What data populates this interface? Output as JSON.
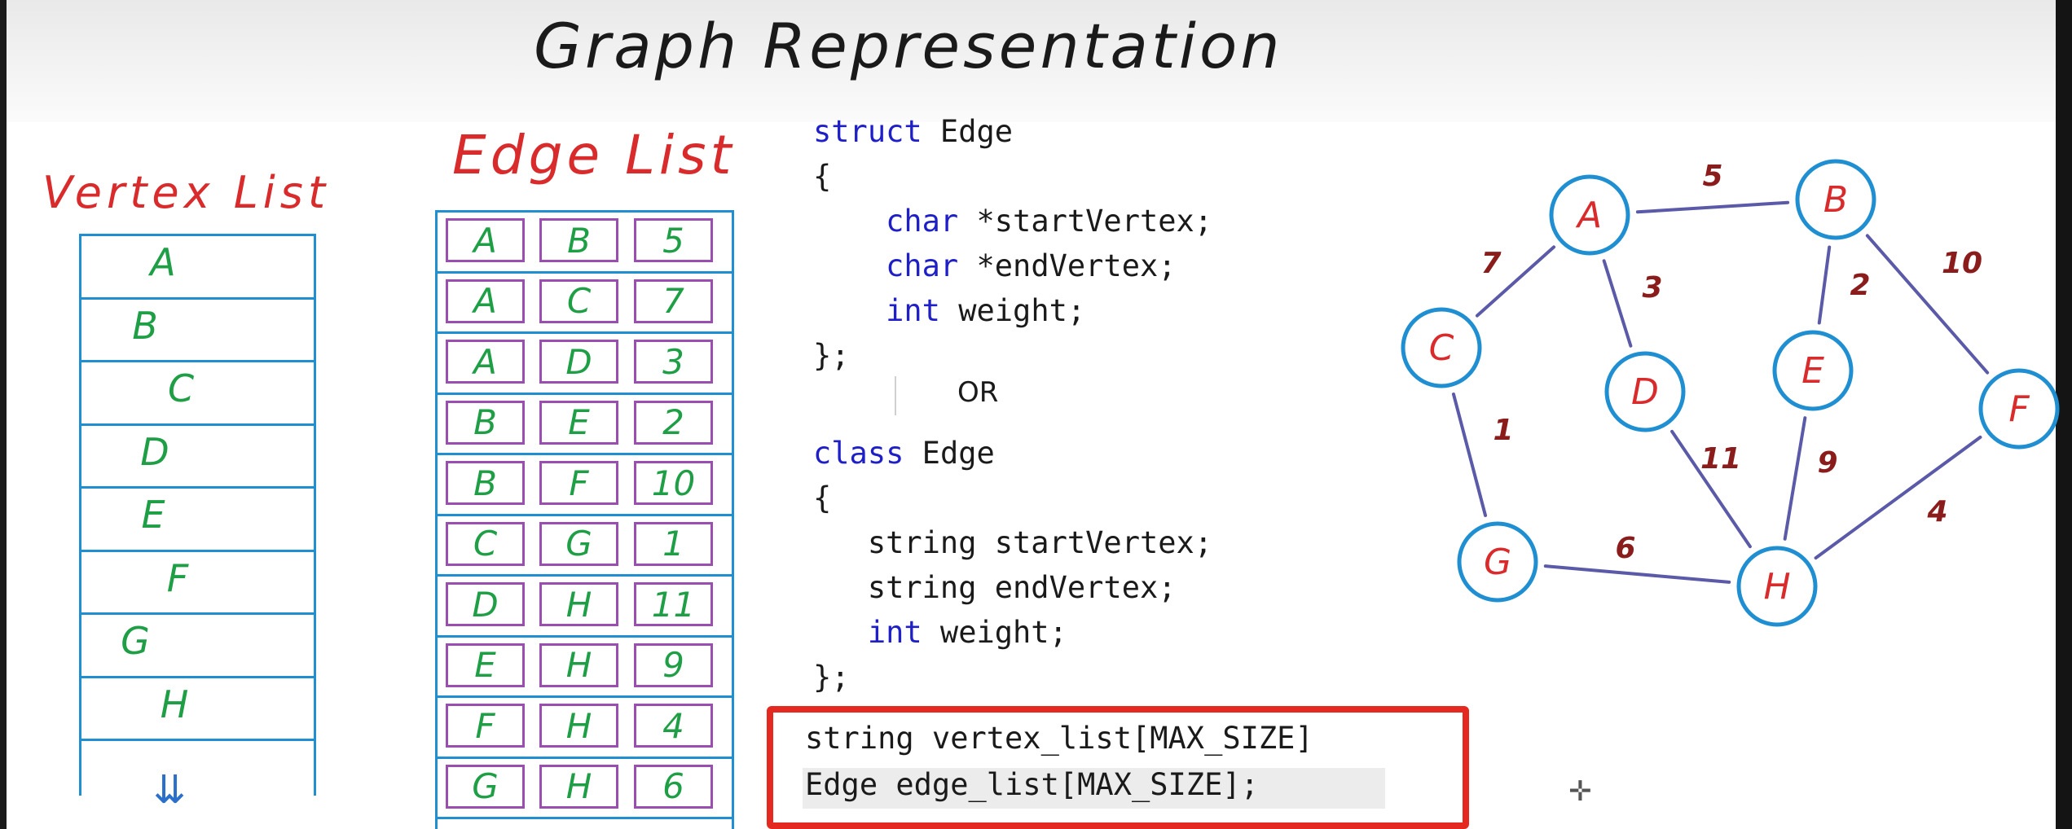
{
  "title": "Graph Representation",
  "vertex_list": {
    "title": "Vertex List",
    "items": [
      "A",
      "B",
      "C",
      "D",
      "E",
      "F",
      "G",
      "H"
    ],
    "more_symbol": "⇊"
  },
  "edge_list": {
    "title": "Edge List",
    "rows": [
      [
        "A",
        "B",
        "5"
      ],
      [
        "A",
        "C",
        "7"
      ],
      [
        "A",
        "D",
        "3"
      ],
      [
        "B",
        "E",
        "2"
      ],
      [
        "B",
        "F",
        "10"
      ],
      [
        "C",
        "G",
        "1"
      ],
      [
        "D",
        "H",
        "11"
      ],
      [
        "E",
        "H",
        "9"
      ],
      [
        "F",
        "H",
        "4"
      ],
      [
        "G",
        "H",
        "6"
      ]
    ]
  },
  "code": {
    "struct_lines": [
      {
        "kw": "struct",
        "rest": " Edge"
      },
      {
        "kw": "",
        "rest": "{"
      },
      {
        "kw": "    char",
        "rest": " *startVertex;"
      },
      {
        "kw": "    char",
        "rest": " *endVertex;"
      },
      {
        "kw": "    int",
        "rest": " weight;"
      },
      {
        "kw": "",
        "rest": "};"
      }
    ],
    "or_text": "OR",
    "class_lines": [
      {
        "kw": "class",
        "rest": " Edge"
      },
      {
        "kw": "",
        "rest": "{"
      },
      {
        "kw": "",
        "rest": "   string startVertex;"
      },
      {
        "kw": "",
        "rest": "   string endVertex;"
      },
      {
        "kw": "   int",
        "rest": " weight;"
      },
      {
        "kw": "",
        "rest": "};"
      }
    ],
    "highlight_lines": [
      "string vertex_list[MAX_SIZE]",
      "Edge edge_list[MAX_SIZE];"
    ]
  },
  "graph": {
    "nodes": [
      "A",
      "B",
      "C",
      "D",
      "E",
      "F",
      "G",
      "H"
    ],
    "edges": [
      {
        "from": "A",
        "to": "B",
        "weight": "5"
      },
      {
        "from": "A",
        "to": "C",
        "weight": "7"
      },
      {
        "from": "A",
        "to": "D",
        "weight": "3"
      },
      {
        "from": "B",
        "to": "E",
        "weight": "2"
      },
      {
        "from": "B",
        "to": "F",
        "weight": "10"
      },
      {
        "from": "C",
        "to": "G",
        "weight": "1"
      },
      {
        "from": "D",
        "to": "H",
        "weight": "11"
      },
      {
        "from": "E",
        "to": "H",
        "weight": "9"
      },
      {
        "from": "F",
        "to": "H",
        "weight": "4"
      },
      {
        "from": "G",
        "to": "H",
        "weight": "6"
      }
    ]
  },
  "colors": {
    "handwriting_red": "#d92b2b",
    "handwriting_green": "#1e9e45",
    "list_border_blue": "#1f8fd1",
    "edge_cell_purple": "#9a4fb0",
    "node_circle_blue": "#1f8fd1",
    "edge_line": "#5a5aa8",
    "keyword_blue": "#1f1fc8",
    "highlight_red": "#e42a20"
  }
}
